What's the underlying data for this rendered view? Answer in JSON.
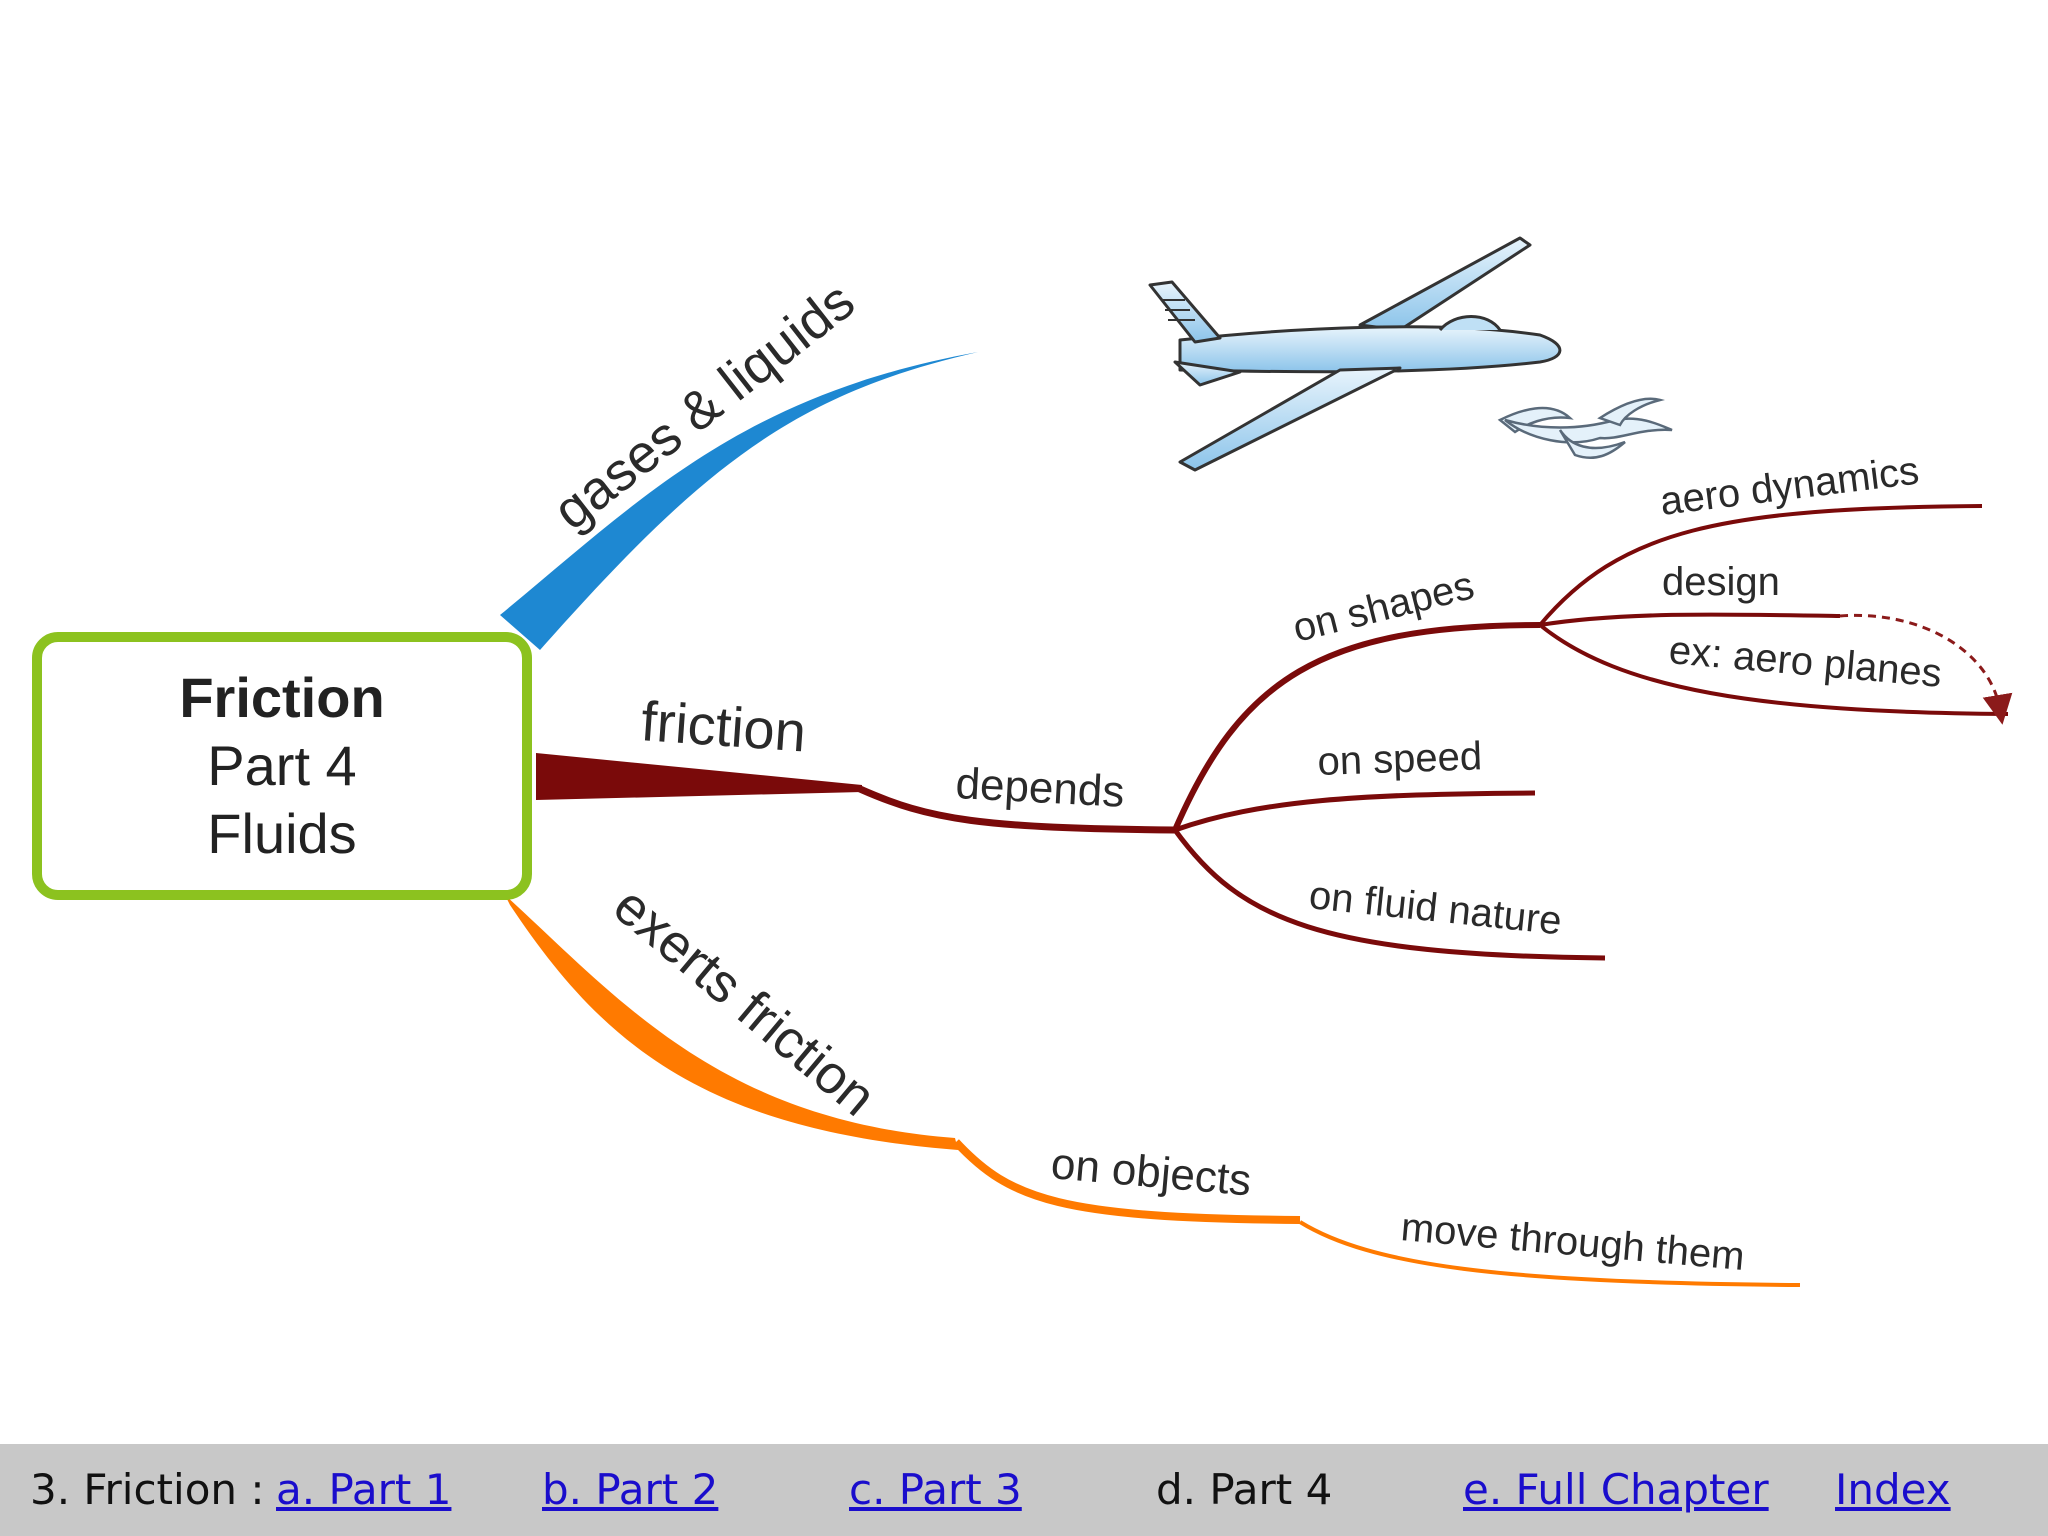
{
  "root": {
    "title": "Friction",
    "line2": "Part 4",
    "line3": "Fluids"
  },
  "branches": {
    "gases": "gases & liquids",
    "friction": "friction",
    "depends": "depends",
    "on_shapes": "on shapes",
    "aero_dynamics": "aero dynamics",
    "design": "design",
    "ex_aero_planes": "ex: aero planes",
    "on_speed": "on speed",
    "on_fluid_nature": "on fluid nature",
    "exerts_friction": "exerts friction",
    "on_objects": "on objects",
    "move_through_them": "move through them"
  },
  "colors": {
    "blue_branch": "#1e88d2",
    "dark_red_branch": "#7a0a0a",
    "orange_branch": "#ff7a00",
    "root_border": "#8cc21f",
    "link": "#1a0dcc",
    "footer_bg": "#c8c8c8"
  },
  "illustration": {
    "icons": [
      "airplane-icon",
      "bird-icon"
    ]
  },
  "footer": {
    "prefix": "3. Friction : ",
    "links": [
      "a. Part 1",
      "b. Part 2",
      "c. Part 3",
      "e. Full Chapter",
      "Index"
    ],
    "current": "d. Part 4"
  }
}
